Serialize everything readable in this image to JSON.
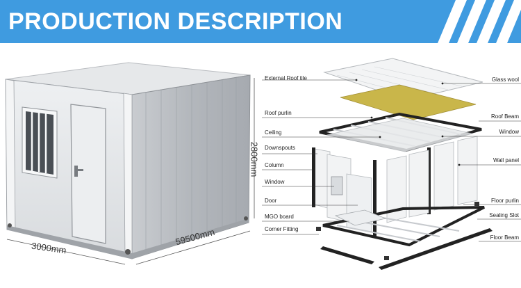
{
  "banner": {
    "title": "PRODUCTION DESCRIPTION",
    "color": "#3f9be0"
  },
  "dimensions": {
    "width": "3000mm",
    "length": "59500mm",
    "height": "2800mm"
  },
  "labels_left": {
    "external_roof_tile": "External Roof tile",
    "roof_purlin": "Roof purlin",
    "ceiling": "Ceiling",
    "downspouts": "Downspouts",
    "column": "Column",
    "window": "Window",
    "door": "Door",
    "mgo_board": "MGO board",
    "corner_fitting": "Corner Fitting"
  },
  "labels_right": {
    "glass_wool": "Glass wool",
    "roof_beam": "Roof Beam",
    "window": "Window",
    "wall_panel": "Wall panel",
    "floor_purlin": "Floor purlin",
    "sealing_slot": "Sealing Slot",
    "floor_beam": "Floor Beam"
  }
}
